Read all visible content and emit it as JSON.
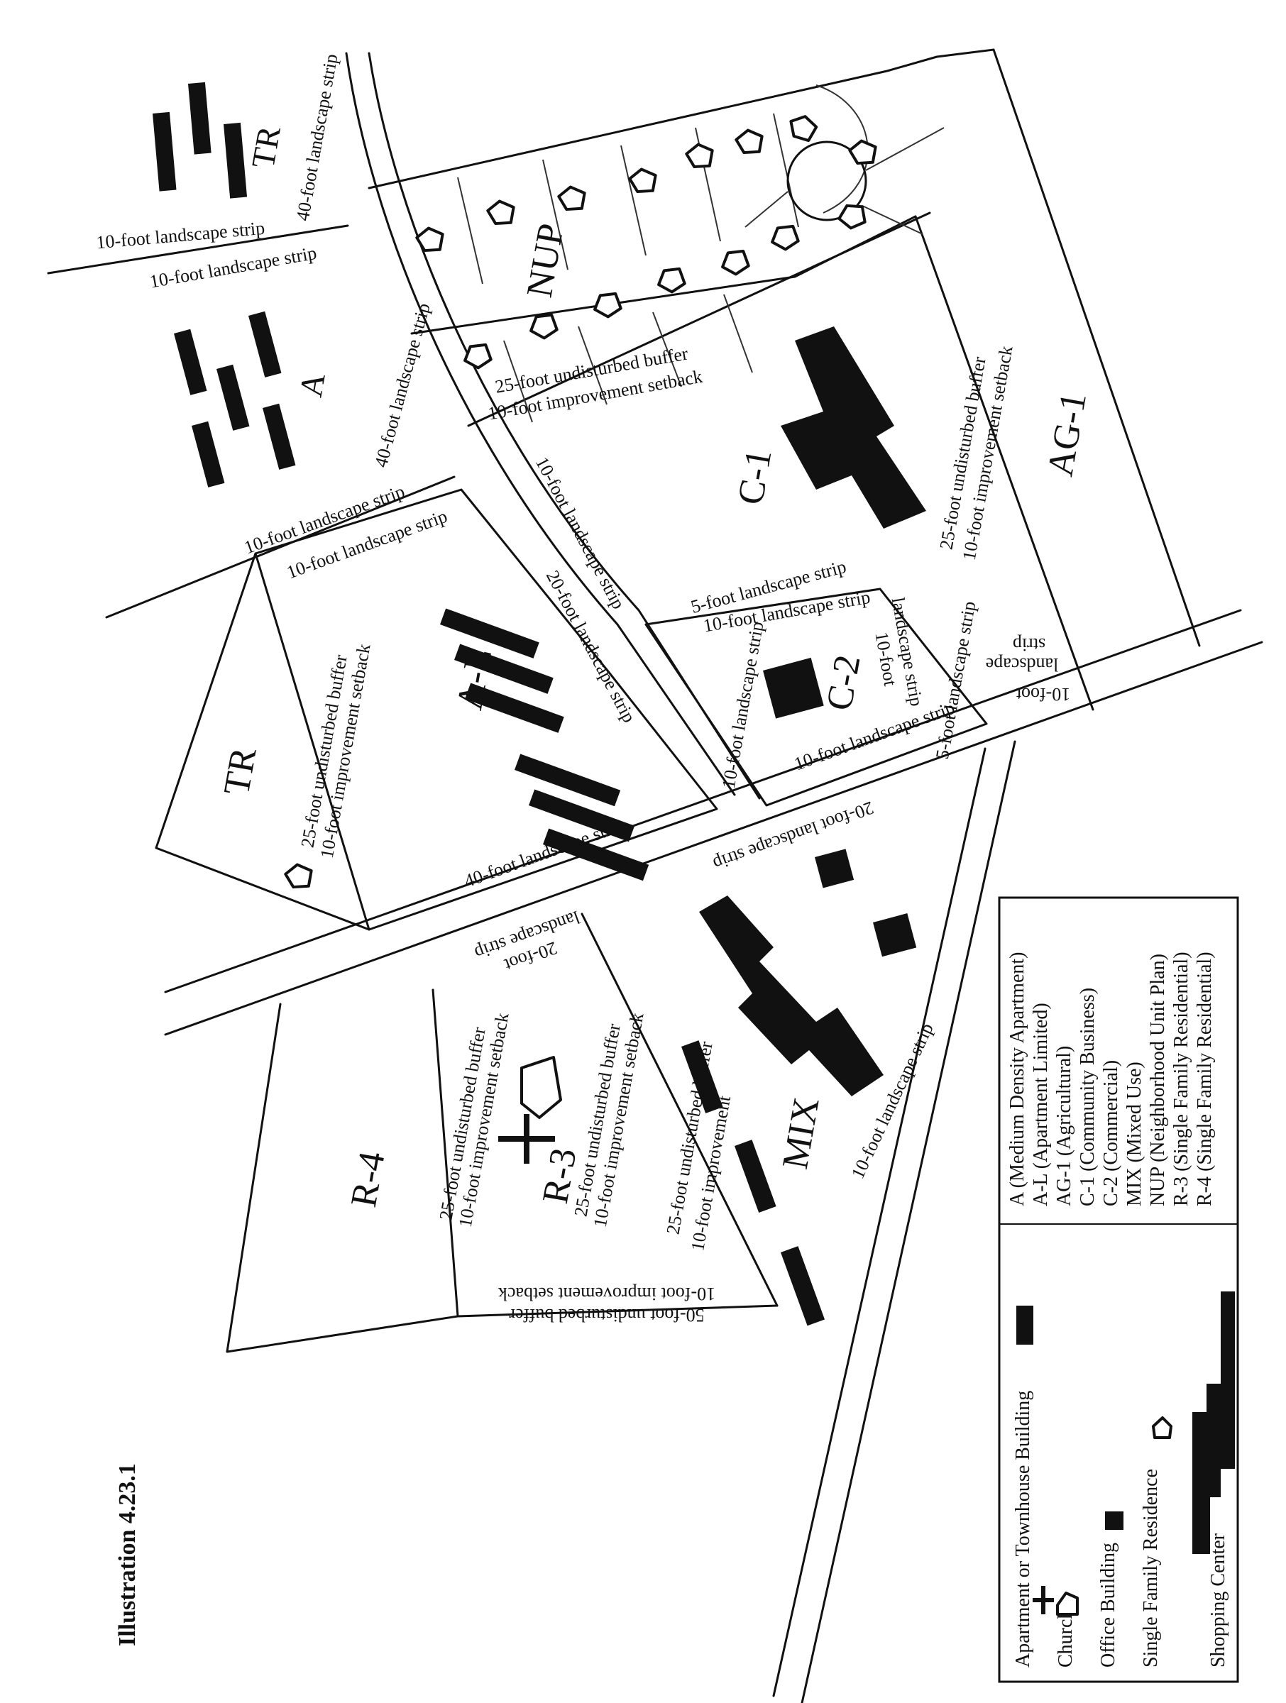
{
  "title": "Illustration 4.23.1",
  "zones": {
    "tr_top": "TR",
    "a": "A",
    "nup": "NUP",
    "c1": "C-1",
    "ag1": "AG-1",
    "al": "A-L",
    "tr_left": "TR",
    "c2": "C-2",
    "mix": "MIX",
    "r3": "R-3",
    "r4": "R-4"
  },
  "strips": {
    "s01": "10-foot landscape strip",
    "s02": "10-foot landscape strip",
    "s03": "40-foot landscape strip",
    "s04": "40-foot landscape strip",
    "s05": "10-foot landscape strip",
    "s06": "10-foot landscape strip",
    "s07": "25-foot undisturbed buffer",
    "s08": "10-foot improvement setback",
    "s09": "10-foot landscape strip",
    "s10": "25-foot undisturbed buffer",
    "s11": "10-foot improvement setback",
    "s12": "5-foot landscape strip",
    "s13": "20-foot landscape strip",
    "s14": "25-foot undisturbed buffer",
    "s15": "10-foot improvement setback",
    "s16": "40-foot landscape strip",
    "s17": "10-foot landscape strip",
    "s18": "10-foot landscape strip",
    "s19": "10-foot",
    "s20": "landscape strip",
    "s21": "10-foot landscape strip",
    "s22": "5-foot landscape strip",
    "s23": "10-foot",
    "s24": "landscape",
    "s25": "strip",
    "s26": "20-foot landscape strip",
    "s27": "20-foot",
    "s28": "landscape strip",
    "s29": "25-foot undisturbed buffer",
    "s30": "10-foot improvement setback",
    "s31": "25-foot undisturbed buffer",
    "s32": "10-foot improvement setback",
    "s33": "25-foot undisturbed buffer",
    "s34": "10-foot improvement",
    "s35": "10-foot landscape strip",
    "s36": "50-foot undisturbed buffer",
    "s37": "10-foot improvement setback"
  },
  "legend": {
    "symbols": [
      "Apartment or Townhouse Building",
      "Church",
      "Office Building",
      "Single Family Residence",
      "Shopping Center"
    ],
    "districts": [
      "A (Medium Density Apartment)",
      "A-L (Apartment Limited)",
      "AG-1 (Agricultural)",
      "C-1 (Community Business)",
      "C-2 (Commercial)",
      "MIX (Mixed Use)",
      "NUP (Neighborhood Unit Plan)",
      "R-3 (Single Family Residential)",
      "R-4 (Single Family Residential)"
    ]
  }
}
